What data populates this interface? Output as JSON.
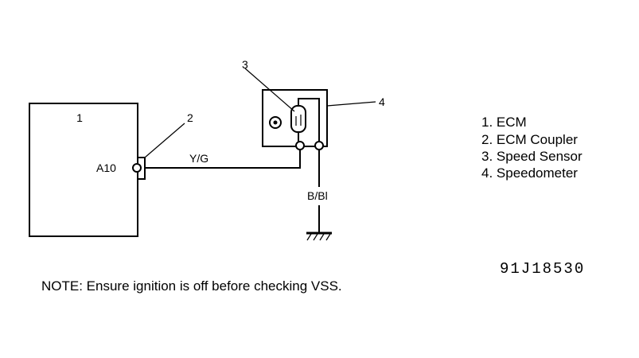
{
  "components": {
    "ecm_number": "1",
    "coupler_number": "2",
    "sensor_number": "3",
    "speedometer_number": "4"
  },
  "terminal": "A10",
  "wires": {
    "signal": "Y/G",
    "ground": "B/Bl"
  },
  "legend": [
    "1. ECM",
    "2. ECM Coupler",
    "3. Speed Sensor",
    "4. Speedometer"
  ],
  "figure_code": "91J18530",
  "note": "NOTE:  Ensure ignition is off before checking VSS."
}
